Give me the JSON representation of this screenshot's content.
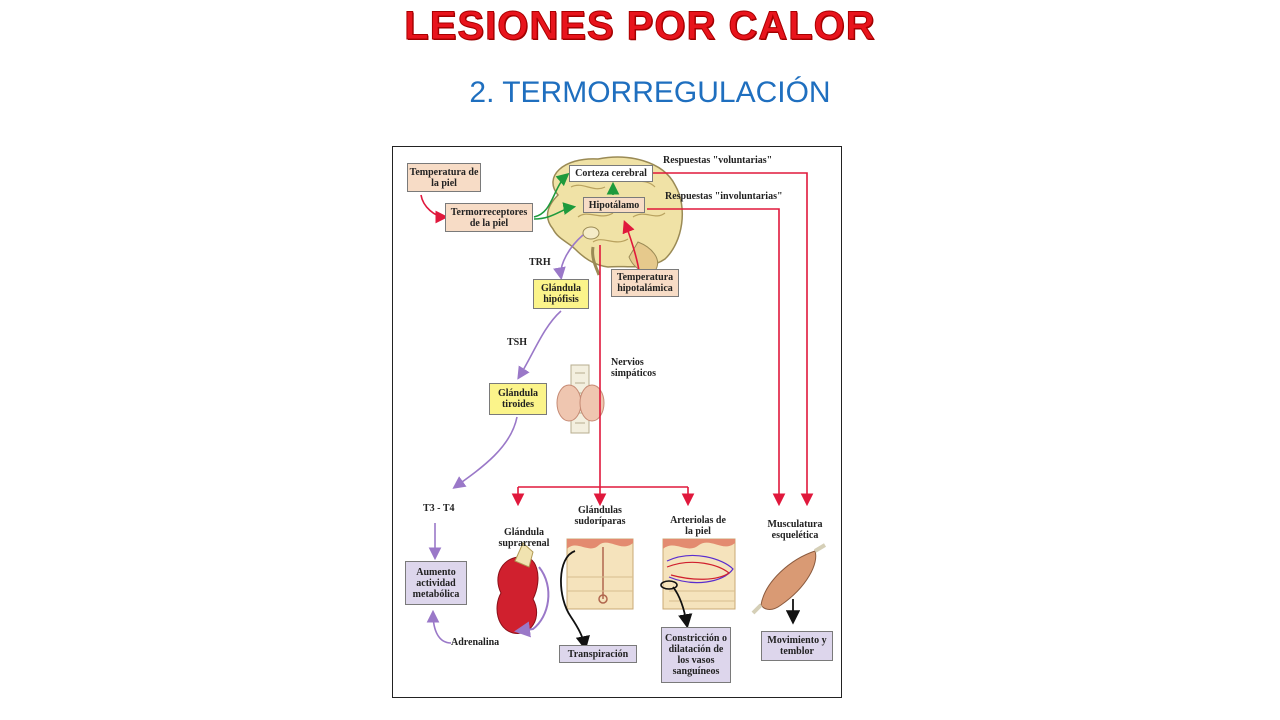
{
  "header": {
    "title": "Lesiones por calor",
    "subtitle": "2. TERMORREGULACIÓN"
  },
  "diagram": {
    "nodes": {
      "temperatura_piel": "Temperatura de la piel",
      "termorreceptores": "Termorreceptores de la piel",
      "corteza": "Corteza cerebral",
      "hipotalamo": "Hipotálamo",
      "temp_hipotalamica": "Temperatura hipotalámica",
      "hipofisis": "Glándula hipófisis",
      "tiroides": "Glándula tiroides",
      "aumento": "Aumento actividad metabólica",
      "transpiracion": "Transpiración",
      "constriccion": "Constricción o dilatación de los vasos sanguíneos",
      "movimiento": "Movimiento y temblor"
    },
    "labels": {
      "voluntarias": "Respuestas \"voluntarias\"",
      "involuntarias": "Respuestas \"involuntarias\"",
      "trh": "TRH",
      "tsh": "TSH",
      "nervios": "Nervios simpáticos",
      "t3t4": "T3 - T4",
      "suprarrenal": "Glándula suprarrenal",
      "sudoriparas": "Glándulas sudoríparas",
      "arteriolas": "Arteriolas de la piel",
      "musculatura": "Musculatura esquelética",
      "adrenalina": "Adrenalina"
    },
    "colors": {
      "red_path": "#e0183c",
      "purple_path": "#9a78c8",
      "green_path": "#1e9a3c",
      "box_peach": "#f7dcc6",
      "box_yellow": "#fbf48a",
      "box_lilac": "#ddd6ec"
    }
  }
}
